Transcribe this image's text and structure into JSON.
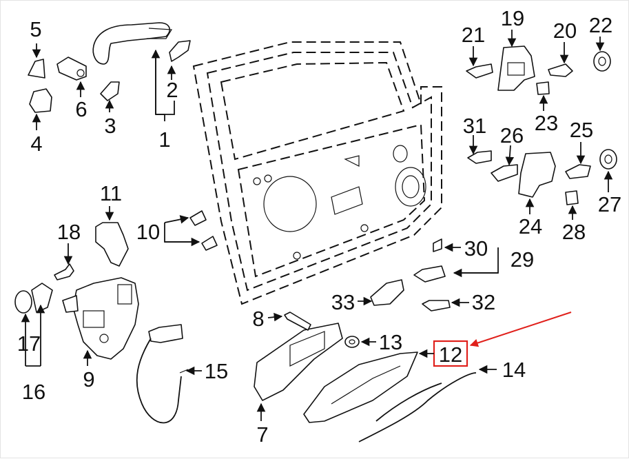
{
  "diagram": {
    "callouts": [
      {
        "id": "c1",
        "text": "1"
      },
      {
        "id": "c2",
        "text": "2"
      },
      {
        "id": "c3",
        "text": "3"
      },
      {
        "id": "c4",
        "text": "4"
      },
      {
        "id": "c5",
        "text": "5"
      },
      {
        "id": "c6",
        "text": "6"
      },
      {
        "id": "c7",
        "text": "7"
      },
      {
        "id": "c8",
        "text": "8"
      },
      {
        "id": "c9",
        "text": "9"
      },
      {
        "id": "c10",
        "text": "10"
      },
      {
        "id": "c11",
        "text": "11"
      },
      {
        "id": "c12",
        "text": "12"
      },
      {
        "id": "c13",
        "text": "13"
      },
      {
        "id": "c14",
        "text": "14"
      },
      {
        "id": "c15",
        "text": "15"
      },
      {
        "id": "c16",
        "text": "16"
      },
      {
        "id": "c17",
        "text": "17"
      },
      {
        "id": "c18",
        "text": "18"
      },
      {
        "id": "c19",
        "text": "19"
      },
      {
        "id": "c20",
        "text": "20"
      },
      {
        "id": "c21",
        "text": "21"
      },
      {
        "id": "c22",
        "text": "22"
      },
      {
        "id": "c23",
        "text": "23"
      },
      {
        "id": "c24",
        "text": "24"
      },
      {
        "id": "c25",
        "text": "25"
      },
      {
        "id": "c26",
        "text": "26"
      },
      {
        "id": "c27",
        "text": "27"
      },
      {
        "id": "c28",
        "text": "28"
      },
      {
        "id": "c29",
        "text": "29"
      },
      {
        "id": "c30",
        "text": "30"
      },
      {
        "id": "c31",
        "text": "31"
      },
      {
        "id": "c32",
        "text": "32"
      },
      {
        "id": "c33",
        "text": "33"
      }
    ],
    "highlight": {
      "callout": "12",
      "color": "#e0201b"
    },
    "line_color": "#111111"
  }
}
